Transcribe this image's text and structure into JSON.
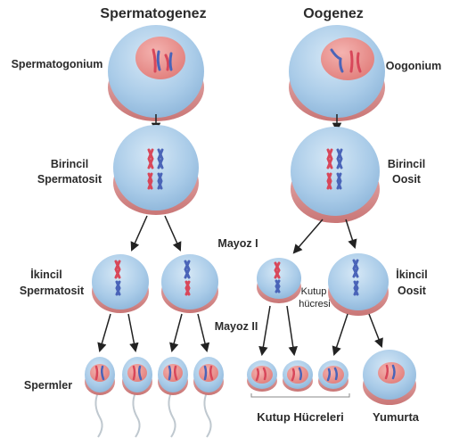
{
  "headers": {
    "left": "Spermatogenez",
    "right": "Oogenez"
  },
  "labels": {
    "spermatogonium": "Spermatogonium",
    "oogonium": "Oogonium",
    "primary_spermatocyte": [
      "Birincil",
      "Spermatosit"
    ],
    "primary_oocyte": [
      "Birincil",
      "Oosit"
    ],
    "meiosis_one": "Mayoz I",
    "meiosis_two": "Mayoz II",
    "secondary_spermatocyte": [
      "İkincil",
      "Spermatosit"
    ],
    "secondary_oocyte": [
      "İkincil",
      "Oosit"
    ],
    "polar_body": [
      "Kutup",
      "hücresi"
    ],
    "sperms": "Spermler",
    "polar_bodies": "Kutup Hücreleri",
    "egg": "Yumurta"
  },
  "colors": {
    "cytoplasm": "#a9cbe8",
    "cell_rim": "#e3a6a6",
    "nucleus": "#e88a8a",
    "chrom_red": "#d8475a",
    "chrom_blue": "#4a64b8",
    "arrow": "#222222"
  }
}
